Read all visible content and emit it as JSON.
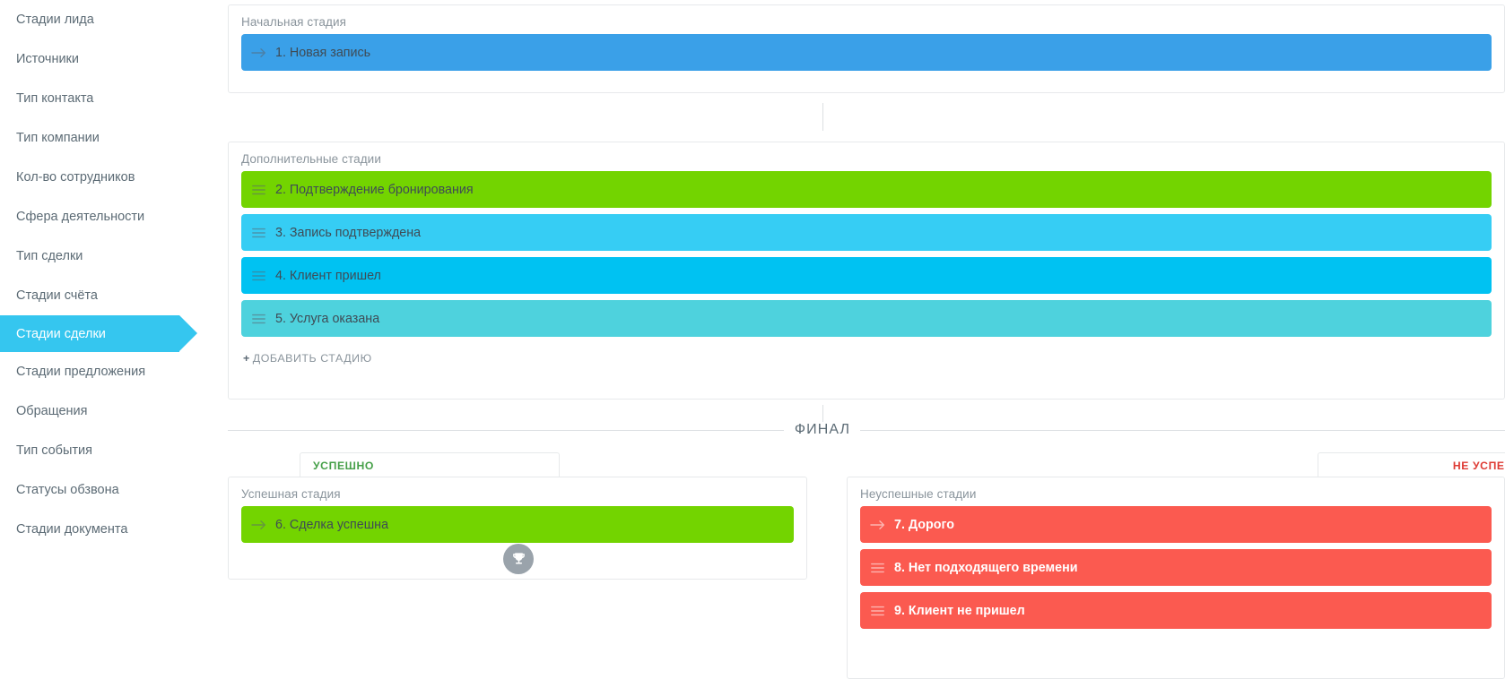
{
  "sidebar": {
    "items": [
      {
        "label": "Стадии лида",
        "active": false
      },
      {
        "label": "Источники",
        "active": false
      },
      {
        "label": "Тип контакта",
        "active": false
      },
      {
        "label": "Тип компании",
        "active": false
      },
      {
        "label": "Кол-во сотрудников",
        "active": false
      },
      {
        "label": "Сфера деятельности",
        "active": false
      },
      {
        "label": "Тип сделки",
        "active": false
      },
      {
        "label": "Стадии счёта",
        "active": false
      },
      {
        "label": "Стадии сделки",
        "active": true
      },
      {
        "label": "Стадии предложения",
        "active": false
      },
      {
        "label": "Обращения",
        "active": false
      },
      {
        "label": "Тип события",
        "active": false
      },
      {
        "label": "Статусы обзвона",
        "active": false
      },
      {
        "label": "Стадии документа",
        "active": false
      }
    ]
  },
  "initial_section": {
    "title": "Начальная стадия",
    "stages": [
      {
        "label": "1. Новая запись",
        "color": "#3aa0e8",
        "icon": "arrow-right-icon",
        "text_tone": "dark"
      }
    ]
  },
  "additional_section": {
    "title": "Дополнительные стадии",
    "stages": [
      {
        "label": "2. Подтверждение бронирования",
        "color": "#73d400",
        "icon": "drag-handle-icon",
        "text_tone": "dark"
      },
      {
        "label": "3. Запись подтверждена",
        "color": "#36cdf4",
        "icon": "drag-handle-icon",
        "text_tone": "dark"
      },
      {
        "label": "4. Клиент пришел",
        "color": "#00c2f2",
        "icon": "drag-handle-icon",
        "text_tone": "dark"
      },
      {
        "label": "5. Услуга оказана",
        "color": "#4ed2dd",
        "icon": "drag-handle-icon",
        "text_tone": "dark"
      }
    ],
    "add_button": "ДОБАВИТЬ СТАДИЮ",
    "add_button_plus": "+"
  },
  "final_divider": {
    "label": "ФИНАЛ"
  },
  "tabs": {
    "success": "УСПЕШНО",
    "fail": "НЕ УСПЕШНО"
  },
  "success_section": {
    "title": "Успешная стадия",
    "stages": [
      {
        "label": "6. Сделка успешна",
        "color": "#73d400",
        "icon": "arrow-right-icon",
        "text_tone": "dark"
      }
    ],
    "badge_icon": "trophy-icon"
  },
  "fail_section": {
    "title": "Неуспешные стадии",
    "stages": [
      {
        "label": "7. Дорого",
        "color": "#fb5a50",
        "icon": "arrow-right-icon",
        "text_tone": "light"
      },
      {
        "label": "8. Нет подходящего времени",
        "color": "#fb5a50",
        "icon": "drag-handle-icon",
        "text_tone": "light"
      },
      {
        "label": "9. Клиент не пришел",
        "color": "#fb5a50",
        "icon": "drag-handle-icon",
        "text_tone": "light"
      }
    ]
  },
  "colors": {
    "accent": "#35c6ef",
    "success": "#73d400",
    "fail": "#fb5a50",
    "border": "#e7e9eb",
    "muted_text": "#8a949c"
  }
}
